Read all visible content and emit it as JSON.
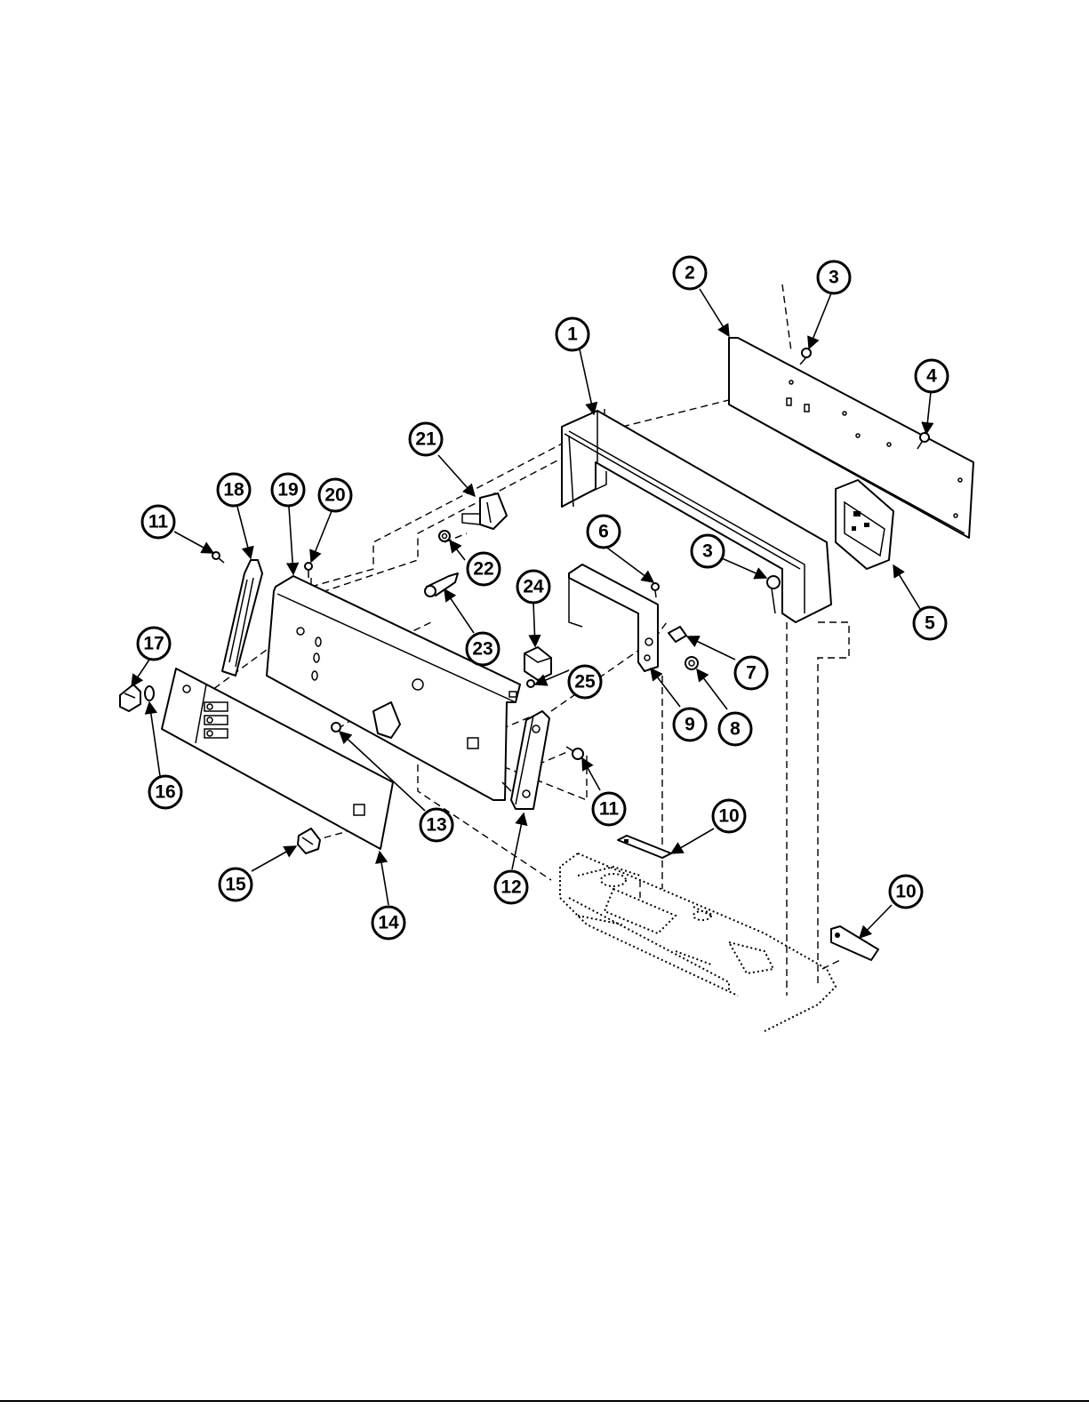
{
  "callouts": [
    {
      "id": "c1",
      "label": "1"
    },
    {
      "id": "c2",
      "label": "2"
    },
    {
      "id": "c3a",
      "label": "3"
    },
    {
      "id": "c3b",
      "label": "3"
    },
    {
      "id": "c4",
      "label": "4"
    },
    {
      "id": "c5",
      "label": "5"
    },
    {
      "id": "c6",
      "label": "6"
    },
    {
      "id": "c7",
      "label": "7"
    },
    {
      "id": "c8",
      "label": "8"
    },
    {
      "id": "c9",
      "label": "9"
    },
    {
      "id": "c10a",
      "label": "10"
    },
    {
      "id": "c10b",
      "label": "10"
    },
    {
      "id": "c11a",
      "label": "11"
    },
    {
      "id": "c11b",
      "label": "11"
    },
    {
      "id": "c12",
      "label": "12"
    },
    {
      "id": "c13",
      "label": "13"
    },
    {
      "id": "c14",
      "label": "14"
    },
    {
      "id": "c15",
      "label": "15"
    },
    {
      "id": "c16",
      "label": "16"
    },
    {
      "id": "c17",
      "label": "17"
    },
    {
      "id": "c18",
      "label": "18"
    },
    {
      "id": "c19",
      "label": "19"
    },
    {
      "id": "c20",
      "label": "20"
    },
    {
      "id": "c21",
      "label": "21"
    },
    {
      "id": "c22",
      "label": "22"
    },
    {
      "id": "c23",
      "label": "23"
    },
    {
      "id": "c24",
      "label": "24"
    },
    {
      "id": "c25",
      "label": "25"
    }
  ],
  "colors": {
    "ink": "#000000",
    "paper": "#ffffff"
  }
}
